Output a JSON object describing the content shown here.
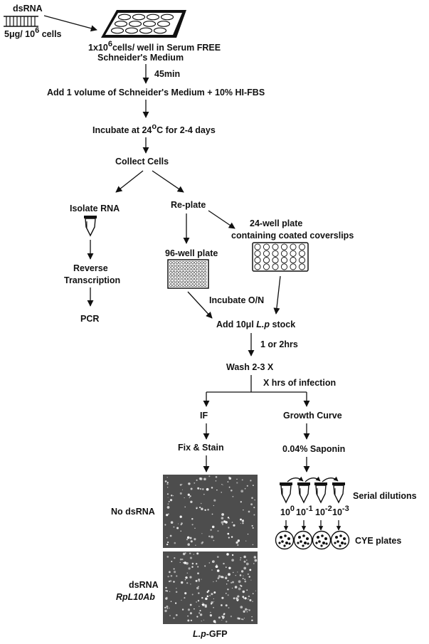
{
  "dsrna_label": "dsRNA",
  "dose": {
    "prefix": "5μg/ 10",
    "exp": "6",
    "suffix": " cells"
  },
  "plating": {
    "prefix": "1x10",
    "exp": "6",
    "suffix": "cells/ well in Serum FREE",
    "line2": "Schneider's Medium"
  },
  "time_45": "45min",
  "add_medium": "Add 1 volume of Schneider's Medium + 10% HI-FBS",
  "incubate": {
    "prefix": "Incubate at 24",
    "sup": "o",
    "suffix": "C for 2-4 days"
  },
  "collect": "Collect Cells",
  "isolate_rna": "Isolate RNA",
  "reverse": "Reverse",
  "transcription": "Transcription",
  "pcr": "PCR",
  "replate": "Re-plate",
  "plate24": {
    "line1": "24-well plate",
    "line2": "containing coated coverslips"
  },
  "plate96": "96-well plate",
  "incubate_on": "Incubate O/N",
  "add_lp": {
    "prefix": "Add 10μl ",
    "italic": "L.p",
    "suffix": " stock"
  },
  "time_hrs": "1 or 2hrs",
  "wash": "Wash 2-3 X",
  "infection": "X hrs of infection",
  "if_label": "IF",
  "fix_stain": "Fix & Stain",
  "no_dsrna": "No dsRNA",
  "dsrna_rp": {
    "line1": "dsRNA",
    "line2": "RpL10Ab"
  },
  "lp_gfp": {
    "italic": "L.p",
    "suffix": "-GFP"
  },
  "growth_curve": "Growth Curve",
  "saponin": "0.04% Saponin",
  "serial": "Serial dilutions",
  "dilutions": [
    {
      "base": "10",
      "exp": "0"
    },
    {
      "base": "10",
      "exp": "-1"
    },
    {
      "base": "10",
      "exp": "-2"
    },
    {
      "base": "10",
      "exp": "-3"
    }
  ],
  "cye": "CYE plates",
  "colors": {
    "ink": "#111111",
    "micrograph_bg": "#4d4d4d",
    "spot": "#ffffff"
  }
}
